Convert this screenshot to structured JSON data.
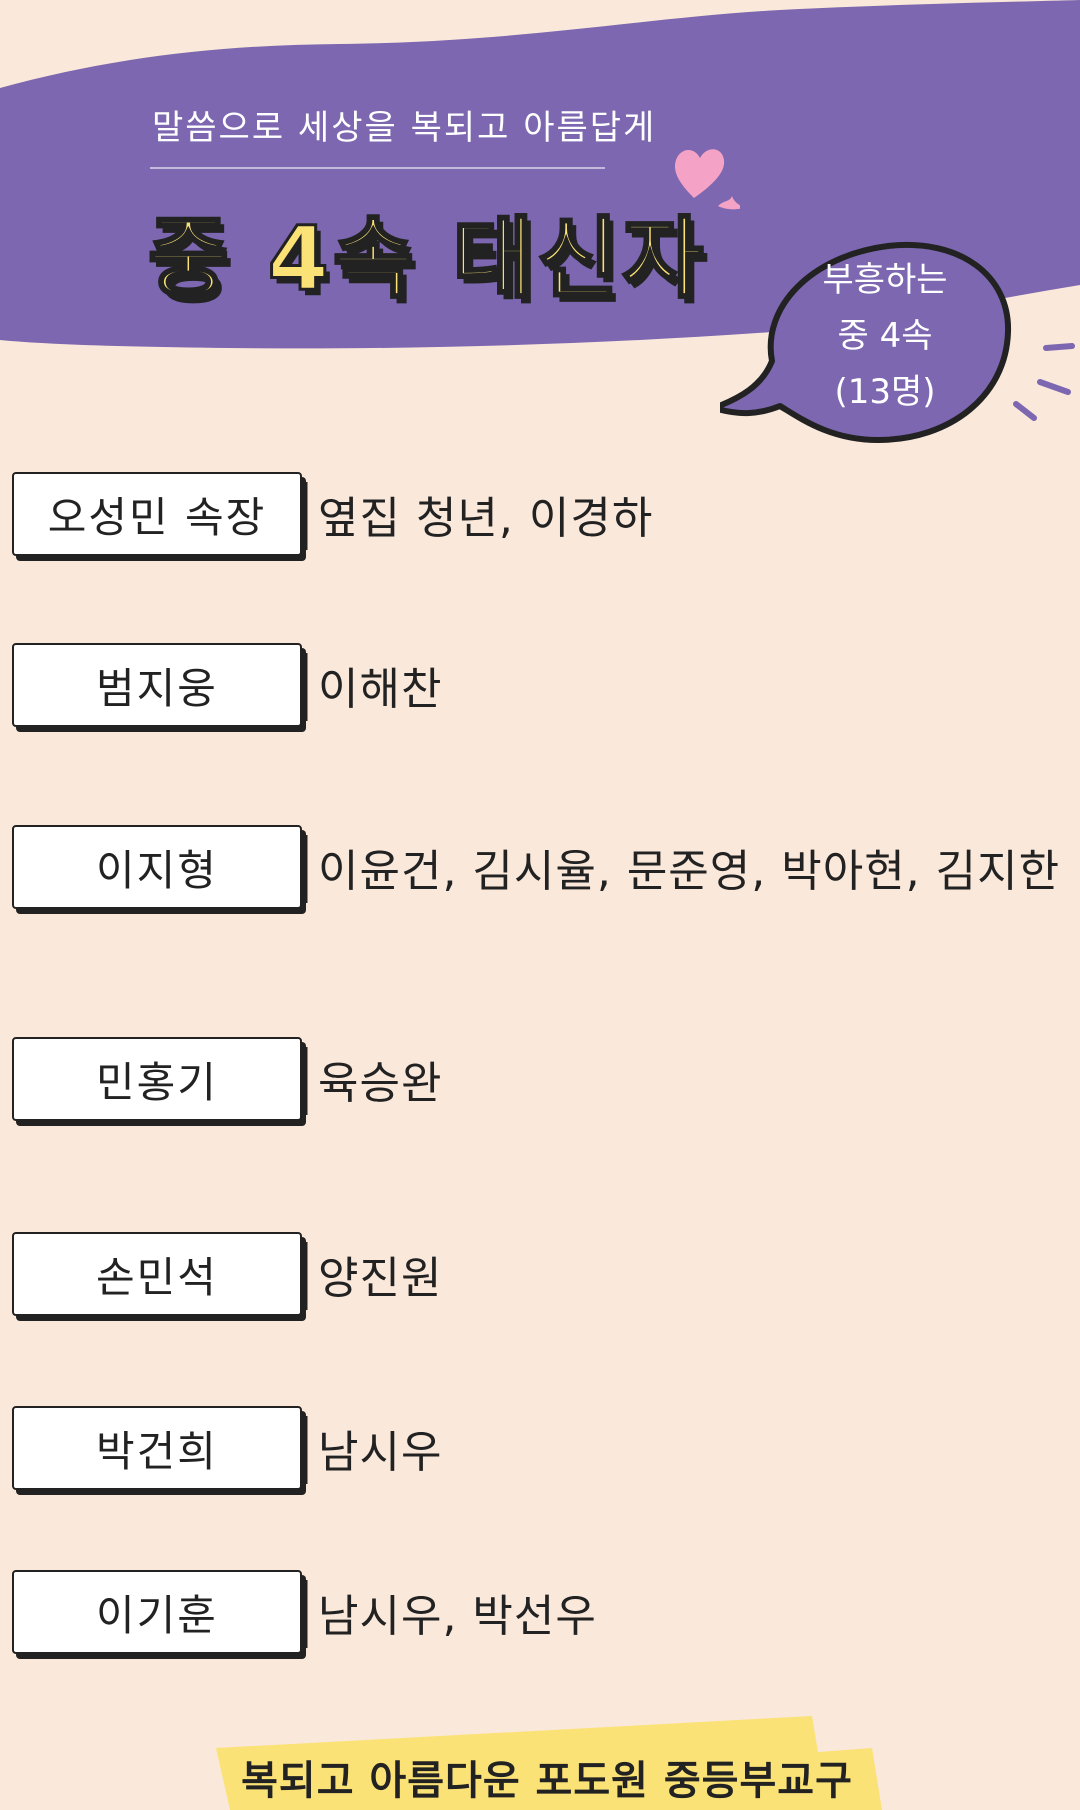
{
  "header": {
    "tagline": "말씀으로 세상을 복되고 아름답게",
    "title": "중 4속 태신자"
  },
  "bubble": {
    "line1": "부흥하는",
    "line2": "중 4속",
    "line3": "(13명)"
  },
  "rows": [
    {
      "leader": "오성민 속장",
      "members": "옆집 청년, 이경하"
    },
    {
      "leader": "범지웅",
      "members": "이해찬"
    },
    {
      "leader": "이지형",
      "members": "이윤건, 김시율, 문준영, 박아현, 김지한"
    },
    {
      "leader": "민홍기",
      "members": "육승완"
    },
    {
      "leader": "손민석",
      "members": "양진원"
    },
    {
      "leader": "박건희",
      "members": "남시우"
    },
    {
      "leader": "이기훈",
      "members": "남시우, 박선우"
    }
  ],
  "footer": {
    "text": "복되고 아름다운 포도원 중등부교구"
  },
  "colors": {
    "background": "#fae8db",
    "header_purple": "#7c67b0",
    "title_yellow": "#fbe276",
    "heart_pink": "#f4a3c6",
    "footer_yellow": "#fbe276"
  }
}
